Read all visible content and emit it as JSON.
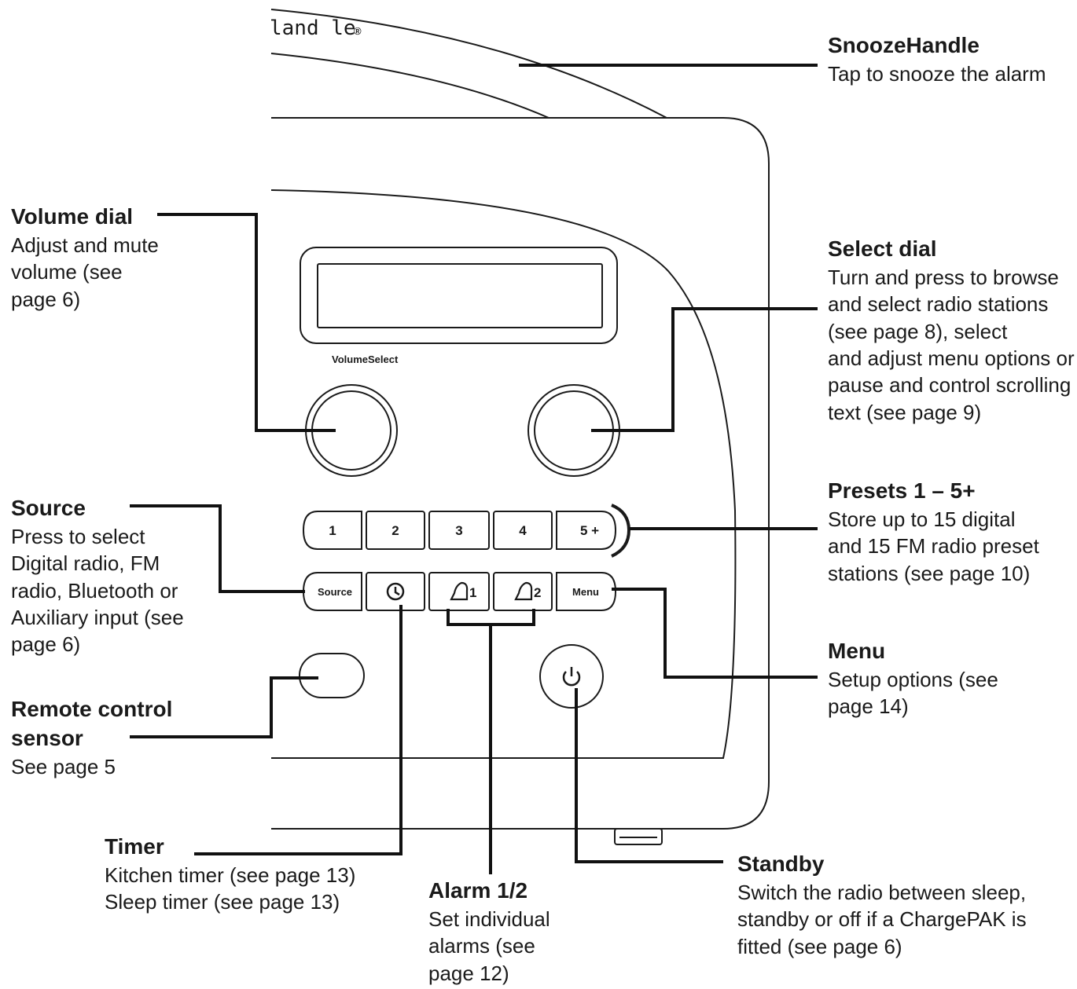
{
  "device": {
    "brand_fragment": "land le",
    "brand_mark": "®",
    "knob_label": "VolumeSelect"
  },
  "buttons": {
    "presets": [
      "1",
      "2",
      "3",
      "4",
      "5 +"
    ],
    "source": "Source",
    "timer_icon": "clock-icon",
    "alarm1": "1",
    "alarm2": "2",
    "alarm_icon": "bell-icon",
    "menu": "Menu",
    "standby_icon": "power-icon"
  },
  "callouts": {
    "snooze": {
      "title": "SnoozeHandle",
      "desc": "Tap to snooze the alarm"
    },
    "volume": {
      "title": "Volume dial",
      "desc": "Adjust and mute\nvolume (see\npage 6)"
    },
    "select": {
      "title": "Select dial",
      "desc": "Turn and press to browse\nand select radio stations\n(see page 8), select\nand adjust menu options or\npause and control scrolling\ntext (see page 9)"
    },
    "presets": {
      "title": "Presets 1 – 5+",
      "desc": "Store up to 15 digital\nand 15 FM radio preset\nstations (see page 10)"
    },
    "source": {
      "title": "Source",
      "desc": "Press to select\nDigital radio, FM\nradio, Bluetooth or\nAuxiliary input (see\npage 6)"
    },
    "menu": {
      "title": "Menu",
      "desc": "Setup options (see\npage 14)"
    },
    "remote": {
      "title": "Remote control\nsensor",
      "desc": "See page 5"
    },
    "timer": {
      "title": "Timer",
      "desc": "Kitchen timer (see page 13)\nSleep timer (see page 13)"
    },
    "alarm": {
      "title": "Alarm 1/2",
      "desc": "Set individual\nalarms (see\npage 12)"
    },
    "standby": {
      "title": "Standby",
      "desc": "Switch the radio between sleep,\nstandby or off if a ChargePAK is\nfitted (see page 6)"
    }
  }
}
